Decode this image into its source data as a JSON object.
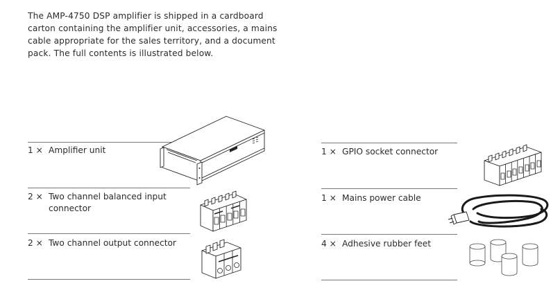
{
  "intro_lines": [
    "The AMP-4750 DSP amplifier is shipped in a cardboard",
    "carton containing the amplifier unit, accessories, a mains",
    "cable appropriate for the sales territory, and a document",
    "pack. The full contents is illustrated below."
  ],
  "left_items": [
    {
      "qty": "1 ×",
      "desc_lines": [
        "Amplifier unit"
      ]
    },
    {
      "qty": "2 ×",
      "desc_lines": [
        "Two channel balanced input",
        "connector"
      ]
    },
    {
      "qty": "2 ×",
      "desc_lines": [
        "Two channel output connector"
      ]
    }
  ],
  "right_items": [
    {
      "qty": "1 ×",
      "desc_lines": [
        "GPIO socket connector"
      ]
    },
    {
      "qty": "1 ×",
      "desc_lines": [
        "Mains power cable"
      ]
    },
    {
      "qty": "4 ×",
      "desc_lines": [
        "Adhesive rubber feet"
      ]
    }
  ],
  "illustration_icons": [
    "amplifier-unit-icon",
    "balanced-input-connector-icon",
    "output-connector-icon",
    "gpio-connector-icon",
    "mains-cable-icon",
    "rubber-feet-icon"
  ],
  "colors": {
    "text": "#2b2b2b",
    "rule": "#777777",
    "line_art": "#222222"
  }
}
